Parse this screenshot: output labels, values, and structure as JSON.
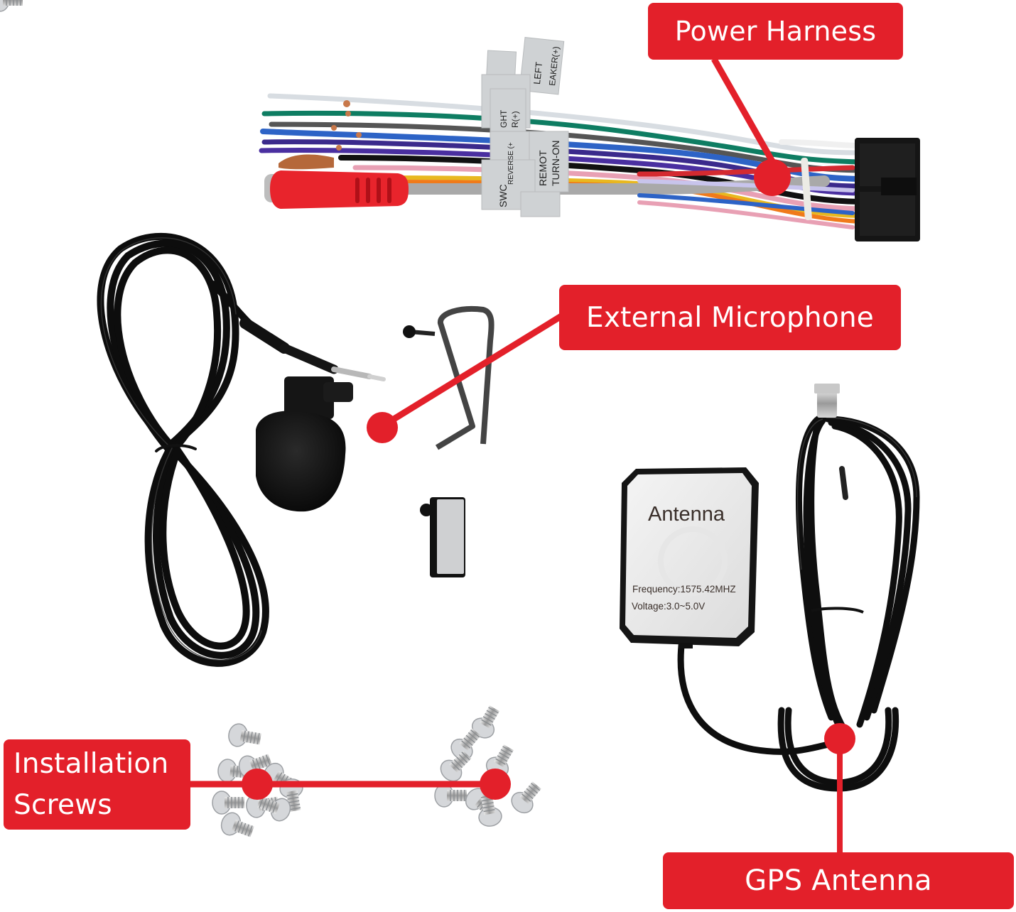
{
  "theme": {
    "callout_color": "#e3202a",
    "callout_text_color": "#ffffff",
    "background": "#ffffff"
  },
  "callouts": {
    "power_harness": {
      "label": "Power Harness"
    },
    "external_microphone": {
      "label": "External Microphone"
    },
    "installation_screws": {
      "label_line1": "Installation",
      "label_line2": "Screws"
    },
    "gps_antenna": {
      "label": "GPS Antenna"
    }
  },
  "gps_antenna_module": {
    "title": "Antenna",
    "frequency": "Frequency:1575.42MHZ",
    "voltage": "Voltage:3.0~5.0V"
  },
  "harness_tags": {
    "tag1": "LEFT",
    "tag2": "EAKER(+)",
    "tag3": "REMOT",
    "tag4": "TURN-ON",
    "tag5": "REVERSE (+",
    "tag6": "SWC",
    "tag7": "GHT",
    "tag8": "R(+)"
  },
  "components": [
    {
      "name": "Power Harness",
      "icon": "wire-harness-icon"
    },
    {
      "name": "External Microphone",
      "icon": "microphone-icon"
    },
    {
      "name": "Installation Screws",
      "icon": "screw-icon"
    },
    {
      "name": "GPS Antenna",
      "icon": "gps-antenna-icon"
    }
  ]
}
